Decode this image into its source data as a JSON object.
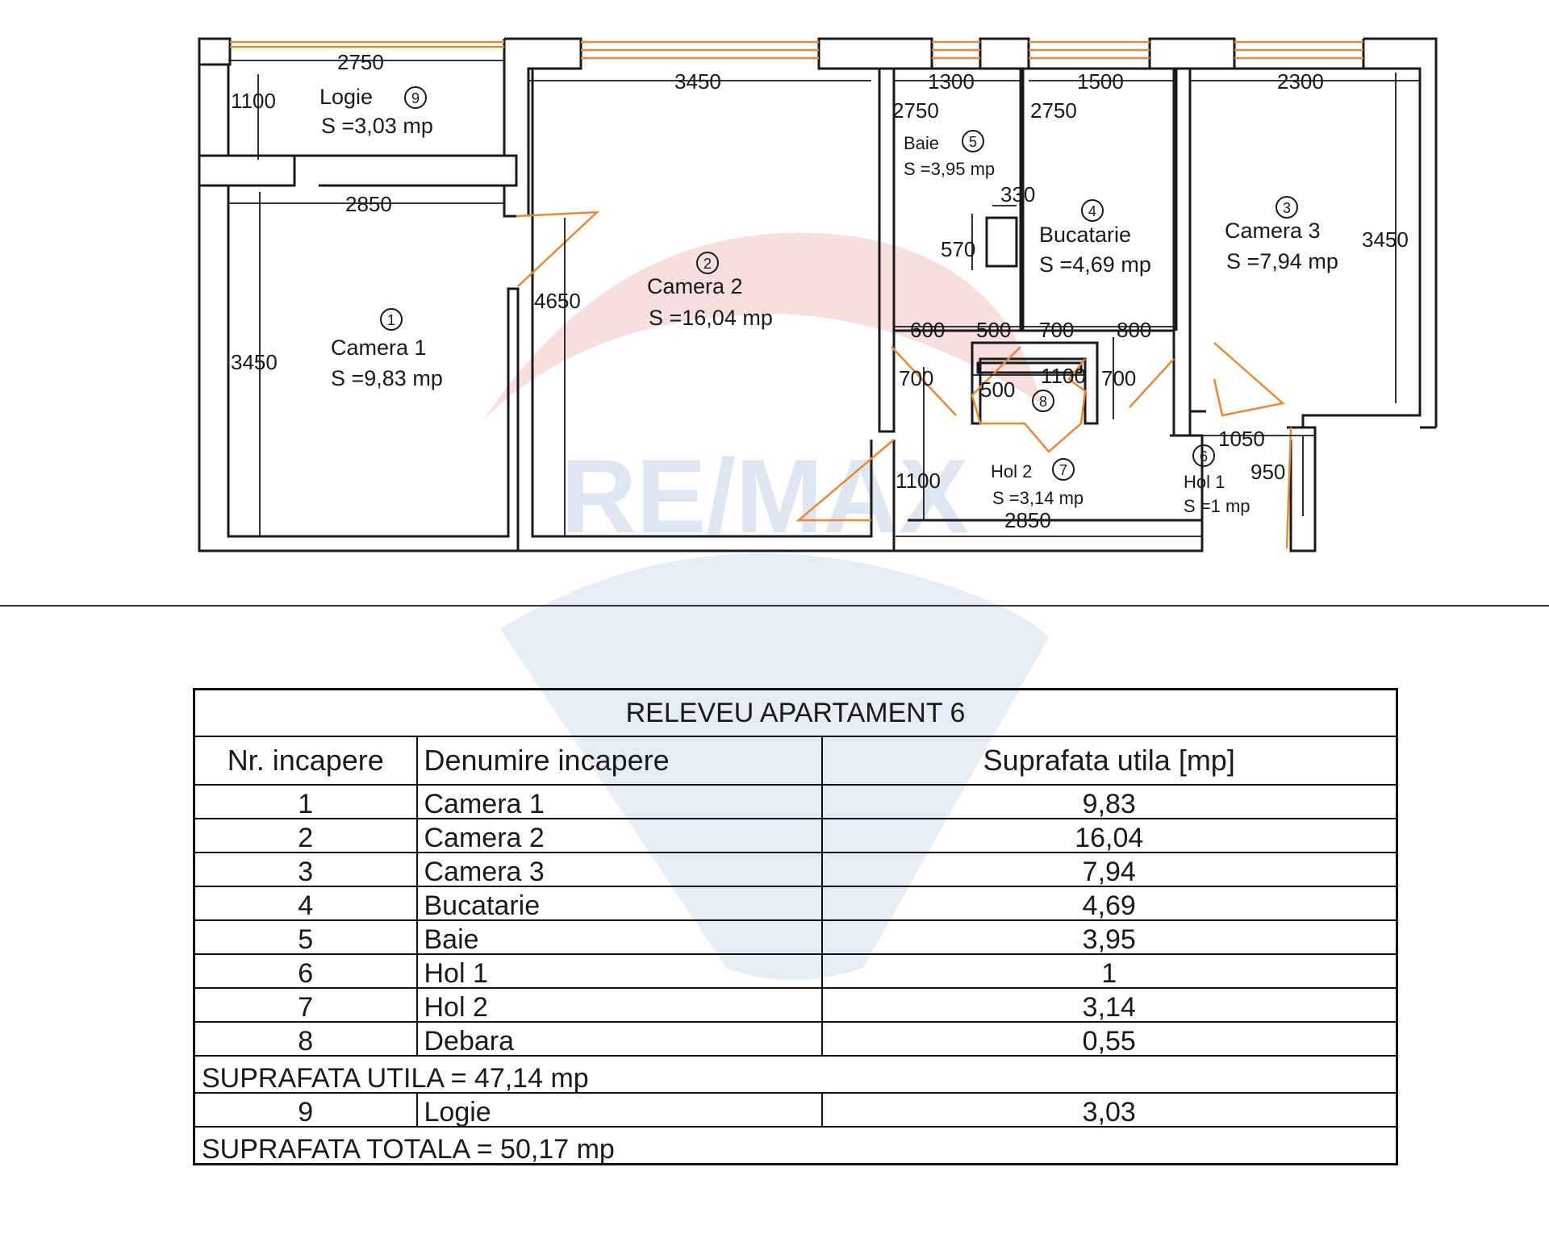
{
  "plan": {
    "rooms": [
      {
        "num": "1",
        "name": "Camera 1",
        "area": "S =9,83 mp"
      },
      {
        "num": "2",
        "name": "Camera 2",
        "area": "S =16,04 mp"
      },
      {
        "num": "3",
        "name": "Camera 3",
        "area": "S =7,94 mp"
      },
      {
        "num": "4",
        "name": "Bucatarie",
        "area": "S =4,69 mp"
      },
      {
        "num": "5",
        "name": "Baie",
        "area": "S =3,95 mp"
      },
      {
        "num": "6",
        "name": "Hol 1",
        "area": "S =1 mp"
      },
      {
        "num": "7",
        "name": "Hol 2",
        "area": "S =3,14 mp"
      },
      {
        "num": "8",
        "name": "",
        "area": ""
      },
      {
        "num": "9",
        "name": "Logie",
        "area": "S =3,03 mp"
      }
    ],
    "dimensions": [
      "2750",
      "1100",
      "2850",
      "3450",
      "3450",
      "4650",
      "1300",
      "2750",
      "1500",
      "2750",
      "2300",
      "3450",
      "330",
      "570",
      "600",
      "500",
      "700",
      "800",
      "700",
      "1100",
      "700",
      "500",
      "1100",
      "2850",
      "1050",
      "950"
    ]
  },
  "watermark": "RE/MAX",
  "table": {
    "title": "RELEVEU APARTAMENT 6",
    "headers": [
      "Nr. incapere",
      "Denumire incapere",
      "Suprafata utila [mp]"
    ],
    "rows": [
      [
        "1",
        "Camera 1",
        "9,83"
      ],
      [
        "2",
        "Camera 2",
        "16,04"
      ],
      [
        "3",
        "Camera 3",
        "7,94"
      ],
      [
        "4",
        "Bucatarie",
        "4,69"
      ],
      [
        "5",
        "Baie",
        "3,95"
      ],
      [
        "6",
        "Hol 1",
        "1"
      ],
      [
        "7",
        "Hol 2",
        "3,14"
      ],
      [
        "8",
        "Debara",
        "0,55"
      ]
    ],
    "subtotal": "SUPRAFATA UTILA = 47,14 mp",
    "extra_row": [
      "9",
      "Logie",
      "3,03"
    ],
    "total": "SUPRAFATA TOTALA = 50,17 mp"
  },
  "colors": {
    "wall": "#1a1a1a",
    "door": "#e8883a",
    "watermark_red": "#f2c9c9",
    "watermark_blue": "#c9d6ea"
  }
}
